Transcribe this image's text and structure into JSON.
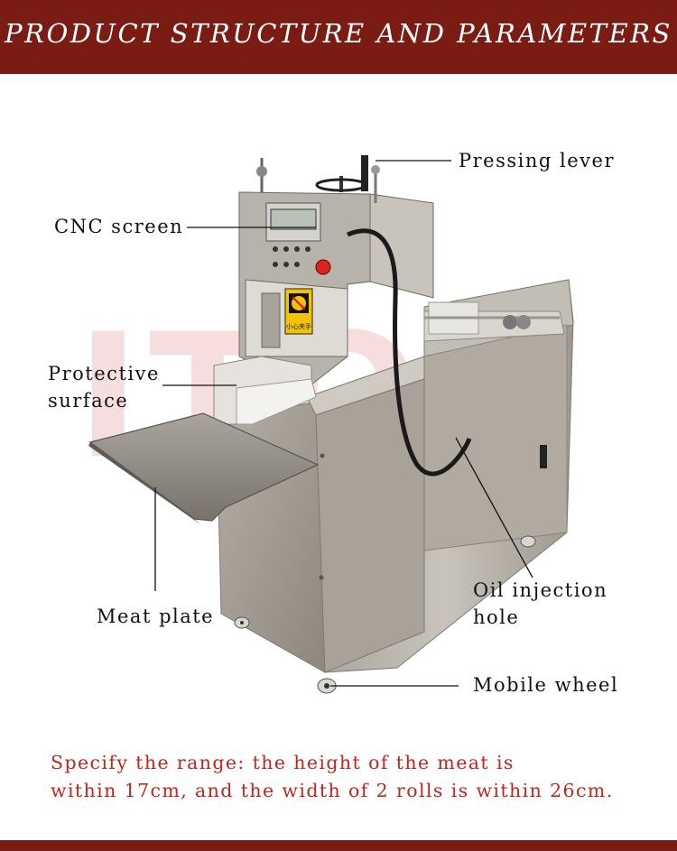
{
  "header": {
    "title": "PRODUCT STRUCTURE AND PARAMETERS",
    "background_color": "#7a1b14",
    "text_color": "#ffffff"
  },
  "watermark": {
    "text": "ITOP",
    "color": "#f0c8c8"
  },
  "labels": {
    "pressing_lever": "Pressing lever",
    "cnc_screen": "CNC screen",
    "protective_surface_line1": "Protective",
    "protective_surface_line2": "surface",
    "meat_plate": "Meat plate",
    "oil_injection_line1": "Oil injection",
    "oil_injection_line2": "hole",
    "mobile_wheel": "Mobile wheel"
  },
  "warning_sign": {
    "caption": "小心夹手"
  },
  "note": {
    "line1": "Specify the range: the height of the meat is",
    "line2": "within 17cm, and the width of 2 rolls is within 26cm.",
    "color": "#c0261c"
  },
  "icons": {
    "machine_illustration": "meat-slicer-illustration",
    "warning_sign": "hand-warning-icon"
  }
}
